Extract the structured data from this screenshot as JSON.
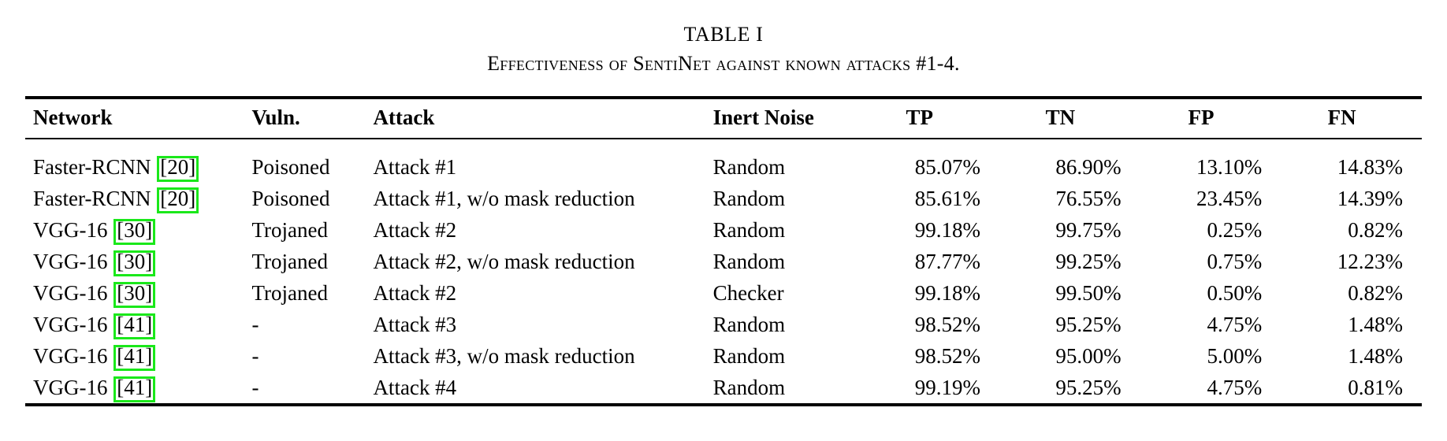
{
  "caption": {
    "table_number": "TABLE I",
    "title": "Effectiveness of SentiNet against known attacks #1-4."
  },
  "annotation": {
    "box_color": "#1ae81a",
    "box_target": "citation-reference"
  },
  "table": {
    "columns": [
      {
        "key": "network",
        "label": "Network",
        "align": "left"
      },
      {
        "key": "vuln",
        "label": "Vuln.",
        "align": "left"
      },
      {
        "key": "attack",
        "label": "Attack",
        "align": "left"
      },
      {
        "key": "noise",
        "label": "Inert Noise",
        "align": "left"
      },
      {
        "key": "tp",
        "label": "TP",
        "align": "right"
      },
      {
        "key": "tn",
        "label": "TN",
        "align": "right"
      },
      {
        "key": "fp",
        "label": "FP",
        "align": "right"
      },
      {
        "key": "fn",
        "label": "FN",
        "align": "right"
      }
    ],
    "rows": [
      {
        "network_name": "Faster-RCNN",
        "network_cite": "[20]",
        "cite_highlighted": true,
        "vuln": "Poisoned",
        "attack": "Attack #1",
        "noise": "Random",
        "tp": "85.07%",
        "tn": "86.90%",
        "fp": "13.10%",
        "fn": "14.83%"
      },
      {
        "network_name": "Faster-RCNN",
        "network_cite": "[20]",
        "cite_highlighted": true,
        "vuln": "Poisoned",
        "attack": "Attack #1, w/o mask reduction",
        "noise": "Random",
        "tp": "85.61%",
        "tn": "76.55%",
        "fp": "23.45%",
        "fn": "14.39%"
      },
      {
        "network_name": "VGG-16",
        "network_cite": "[30]",
        "cite_highlighted": true,
        "vuln": "Trojaned",
        "attack": "Attack #2",
        "noise": "Random",
        "tp": "99.18%",
        "tn": "99.75%",
        "fp": "0.25%",
        "fn": "0.82%"
      },
      {
        "network_name": "VGG-16",
        "network_cite": "[30]",
        "cite_highlighted": true,
        "vuln": "Trojaned",
        "attack": "Attack #2, w/o mask reduction",
        "noise": "Random",
        "tp": "87.77%",
        "tn": "99.25%",
        "fp": "0.75%",
        "fn": "12.23%"
      },
      {
        "network_name": "VGG-16",
        "network_cite": "[30]",
        "cite_highlighted": true,
        "vuln": "Trojaned",
        "attack": "Attack #2",
        "noise": "Checker",
        "tp": "99.18%",
        "tn": "99.50%",
        "fp": "0.50%",
        "fn": "0.82%"
      },
      {
        "network_name": "VGG-16",
        "network_cite": "[41]",
        "cite_highlighted": true,
        "vuln": "-",
        "attack": "Attack #3",
        "noise": "Random",
        "tp": "98.52%",
        "tn": "95.25%",
        "fp": "4.75%",
        "fn": "1.48%"
      },
      {
        "network_name": "VGG-16",
        "network_cite": "[41]",
        "cite_highlighted": true,
        "vuln": "-",
        "attack": "Attack #3, w/o mask reduction",
        "noise": "Random",
        "tp": "98.52%",
        "tn": "95.00%",
        "fp": "5.00%",
        "fn": "1.48%"
      },
      {
        "network_name": "VGG-16",
        "network_cite": "[41]",
        "cite_highlighted": true,
        "vuln": "-",
        "attack": "Attack #4",
        "noise": "Random",
        "tp": "99.19%",
        "tn": "95.25%",
        "fp": "4.75%",
        "fn": "0.81%"
      }
    ]
  }
}
